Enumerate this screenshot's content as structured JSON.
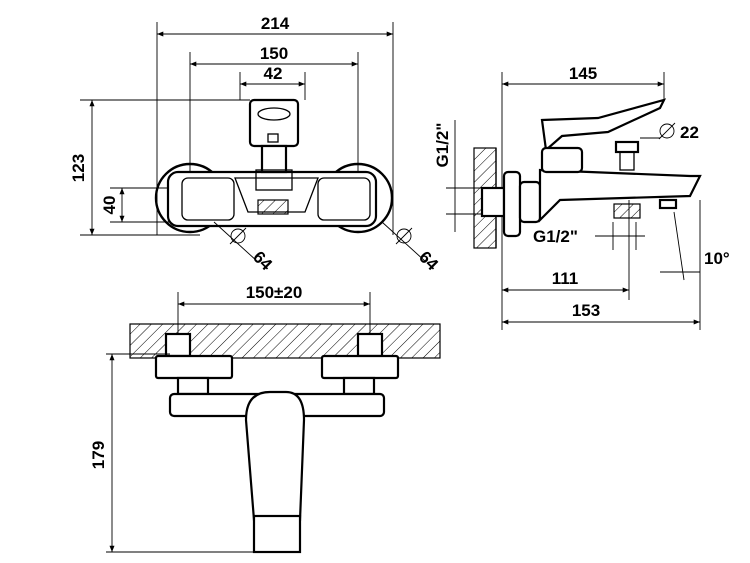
{
  "front_view": {
    "width_total": "214",
    "width_mount": "150",
    "width_handle": "42",
    "height_total": "123",
    "height_body": "40",
    "dia_left": "64",
    "dia_right": "64"
  },
  "side_view": {
    "depth_lever": "145",
    "dia_outlet": "22",
    "thread_inlet": "G1/2\"",
    "thread_outlet": "G1/2\"",
    "depth_outlet": "111",
    "depth_total": "153",
    "angle_spout": "10°"
  },
  "top_view": {
    "centers": "150±20",
    "height_total": "179"
  }
}
